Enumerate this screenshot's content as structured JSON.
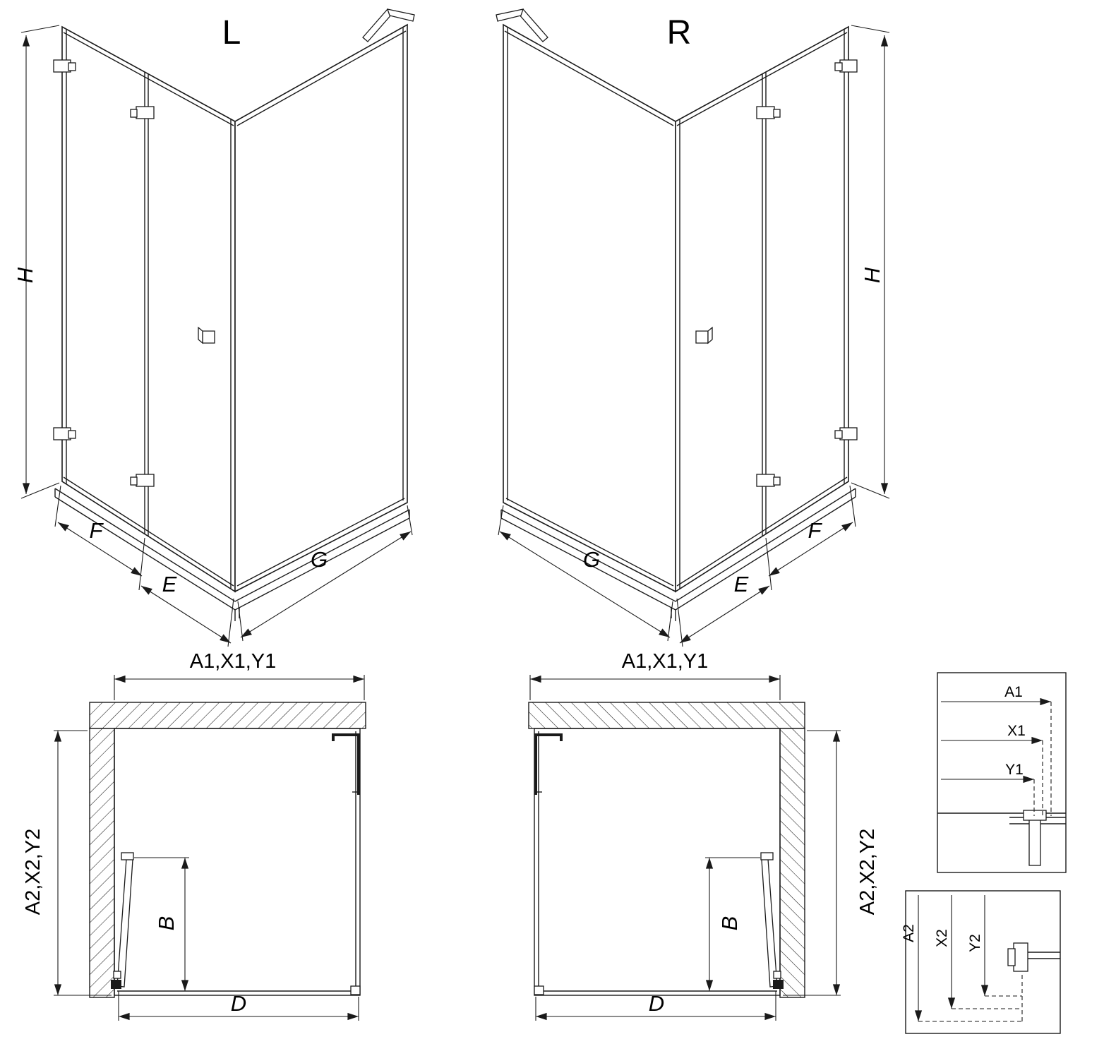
{
  "page": {
    "background": "#ffffff",
    "line_color": "#1a1a1a"
  },
  "views": {
    "iso_left": {
      "title": "L",
      "dim_h": "H",
      "dim_f": "F",
      "dim_e": "E",
      "dim_g": "G"
    },
    "iso_right": {
      "title": "R",
      "dim_h": "H",
      "dim_f": "F",
      "dim_e": "E",
      "dim_g": "G"
    },
    "plan_left": {
      "dim_width": "A1,X1,Y1",
      "dim_depth": "A2,X2,Y2",
      "dim_door": "B",
      "dim_bottom": "D"
    },
    "plan_right": {
      "dim_width": "A1,X1,Y1",
      "dim_depth": "A2,X2,Y2",
      "dim_door": "B",
      "dim_bottom": "D"
    },
    "detail_top": {
      "dim_a1": "A1",
      "dim_x1": "X1",
      "dim_y1": "Y1"
    },
    "detail_bottom": {
      "dim_a2": "A2",
      "dim_x2": "X2",
      "dim_y2": "Y2"
    }
  }
}
